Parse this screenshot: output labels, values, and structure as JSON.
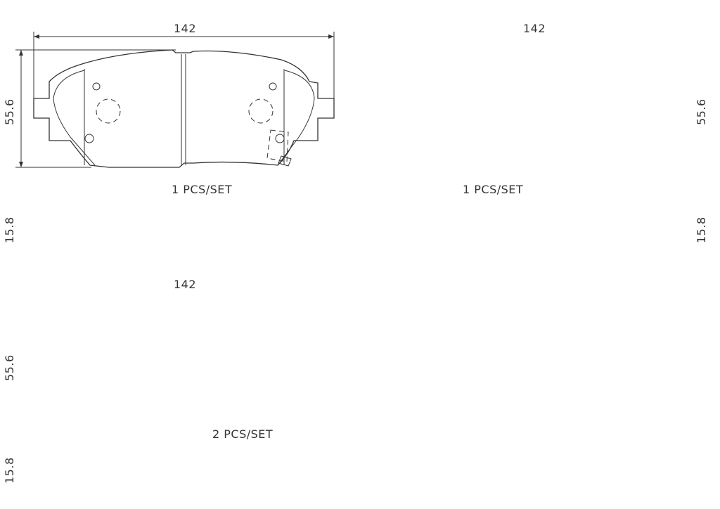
{
  "drawing": {
    "background": "#ffffff",
    "line_color": "#333333",
    "pads": [
      {
        "id": "pad-top-left",
        "width_label": "142",
        "height_label": "55.6",
        "thickness_label": "15.8",
        "qty_label": "1  PCS/SET",
        "has_wear_sensor": true,
        "sensor_side": "right"
      },
      {
        "id": "pad-top-right",
        "width_label": "142",
        "height_label": "55.6",
        "thickness_label": "15.8",
        "qty_label": "1  PCS/SET",
        "has_wear_sensor": true,
        "sensor_side": "left"
      },
      {
        "id": "pad-bottom",
        "width_label": "142",
        "height_label": "55.6",
        "thickness_label": "15.8",
        "qty_label": "2  PCS/SET",
        "has_wear_sensor": false
      }
    ]
  }
}
